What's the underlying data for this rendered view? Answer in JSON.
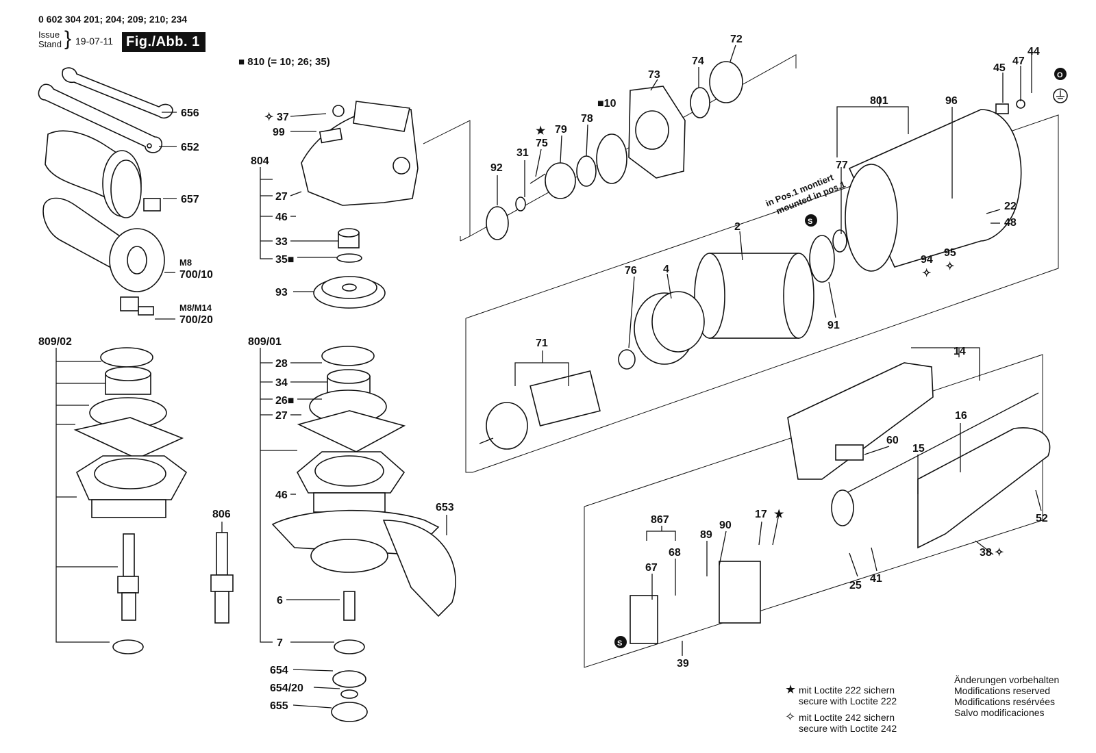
{
  "header": {
    "part_numbers": "0 602 304 201; 204; 209; 210; 234",
    "issue_label": "Issue",
    "stand_label": "Stand",
    "issue_date": "19-07-11",
    "figure_label": "Fig./Abb. 1",
    "kit_note": "■ 810 (= 10; 26; 35)"
  },
  "callouts": [
    {
      "id": "656",
      "text": "656"
    },
    {
      "id": "652",
      "text": "652"
    },
    {
      "id": "657",
      "text": "657"
    },
    {
      "id": "m8",
      "text": "M8"
    },
    {
      "id": "700_10",
      "text": "700/10"
    },
    {
      "id": "m8m14",
      "text": "M8/M14"
    },
    {
      "id": "700_20",
      "text": "700/20"
    },
    {
      "id": "37",
      "text": "37"
    },
    {
      "id": "99",
      "text": "99"
    },
    {
      "id": "804",
      "text": "804"
    },
    {
      "id": "27a",
      "text": "27"
    },
    {
      "id": "46a",
      "text": "46"
    },
    {
      "id": "33",
      "text": "33"
    },
    {
      "id": "35",
      "text": "35■"
    },
    {
      "id": "93",
      "text": "93"
    },
    {
      "id": "809_02",
      "text": "809/02"
    },
    {
      "id": "809_01",
      "text": "809/01"
    },
    {
      "id": "28",
      "text": "28"
    },
    {
      "id": "34",
      "text": "34"
    },
    {
      "id": "26",
      "text": "26■"
    },
    {
      "id": "27b",
      "text": "27"
    },
    {
      "id": "46b",
      "text": "46"
    },
    {
      "id": "806",
      "text": "806"
    },
    {
      "id": "653",
      "text": "653"
    },
    {
      "id": "6",
      "text": "6"
    },
    {
      "id": "7",
      "text": "7"
    },
    {
      "id": "654",
      "text": "654"
    },
    {
      "id": "654_20",
      "text": "654/20"
    },
    {
      "id": "655",
      "text": "655"
    },
    {
      "id": "92",
      "text": "92"
    },
    {
      "id": "31",
      "text": "31"
    },
    {
      "id": "75",
      "text": "75"
    },
    {
      "id": "79",
      "text": "79"
    },
    {
      "id": "78",
      "text": "78"
    },
    {
      "id": "10",
      "text": "■10"
    },
    {
      "id": "73",
      "text": "73"
    },
    {
      "id": "74",
      "text": "74"
    },
    {
      "id": "72",
      "text": "72"
    },
    {
      "id": "801",
      "text": "801"
    },
    {
      "id": "96",
      "text": "96"
    },
    {
      "id": "45",
      "text": "45"
    },
    {
      "id": "47",
      "text": "47"
    },
    {
      "id": "44",
      "text": "44"
    },
    {
      "id": "77",
      "text": "77"
    },
    {
      "id": "2",
      "text": "2"
    },
    {
      "id": "22",
      "text": "22"
    },
    {
      "id": "48",
      "text": "48"
    },
    {
      "id": "94",
      "text": "94"
    },
    {
      "id": "95",
      "text": "95"
    },
    {
      "id": "4",
      "text": "4"
    },
    {
      "id": "76",
      "text": "76"
    },
    {
      "id": "91",
      "text": "91"
    },
    {
      "id": "71",
      "text": "71"
    },
    {
      "id": "14",
      "text": "14"
    },
    {
      "id": "16",
      "text": "16"
    },
    {
      "id": "60",
      "text": "60"
    },
    {
      "id": "15",
      "text": "15"
    },
    {
      "id": "17",
      "text": "17"
    },
    {
      "id": "867",
      "text": "867"
    },
    {
      "id": "89",
      "text": "89"
    },
    {
      "id": "90",
      "text": "90"
    },
    {
      "id": "68",
      "text": "68"
    },
    {
      "id": "67",
      "text": "67"
    },
    {
      "id": "25",
      "text": "25"
    },
    {
      "id": "41",
      "text": "41"
    },
    {
      "id": "52",
      "text": "52"
    },
    {
      "id": "38",
      "text": "38"
    },
    {
      "id": "39",
      "text": "39"
    }
  ],
  "mounted_note_de": "in Pos.1 montiert",
  "mounted_note_en": "mounted in pos.1",
  "symbols": {
    "s": "S",
    "o": "O"
  },
  "legend": {
    "loctite222_de": "mit Loctite 222 sichern",
    "loctite222_en": "secure with Loctite 222",
    "loctite242_de": "mit Loctite 242 sichern",
    "loctite242_en": "secure with Loctite 242",
    "star_filled": "★",
    "star_outline": "✧"
  },
  "notes": [
    "Änderungen vorbehalten",
    "Modifications reserved",
    "Modifications resérvées",
    "Salvo modificaciones"
  ]
}
